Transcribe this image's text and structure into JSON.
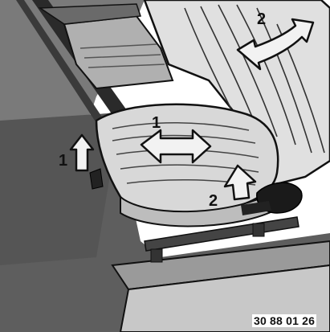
{
  "callouts": {
    "fore_aft": "1",
    "height": "1",
    "backrest": "2",
    "seat_tilt": "2"
  },
  "figure_code": "30 88 01 26",
  "colors": {
    "ink": "#111111",
    "floor": "#5e5e5e",
    "upholstery": "#d8d8d8",
    "arrow_fill": "#f2f2f2"
  }
}
